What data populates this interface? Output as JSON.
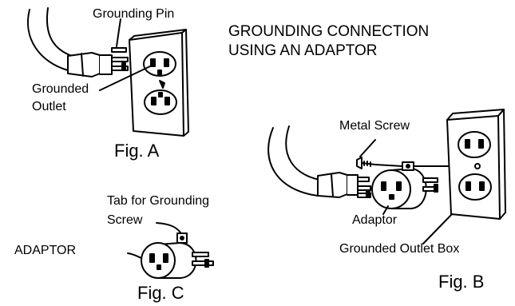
{
  "title": {
    "line1": "GROUNDING CONNECTION",
    "line2": "USING AN ADAPTOR"
  },
  "fig_a": {
    "caption": "Fig. A",
    "label_pin": "Grounding Pin",
    "label_outlet_1": "Grounded",
    "label_outlet_2": "Outlet"
  },
  "fig_b": {
    "caption": "Fig. B",
    "label_screw": "Metal Screw",
    "label_adaptor": "Adaptor",
    "label_box": "Grounded Outlet Box"
  },
  "fig_c": {
    "caption": "Fig. C",
    "label_tab_1": "Tab for Grounding",
    "label_tab_2": "Screw",
    "label_adaptor": "ADAPTOR"
  }
}
